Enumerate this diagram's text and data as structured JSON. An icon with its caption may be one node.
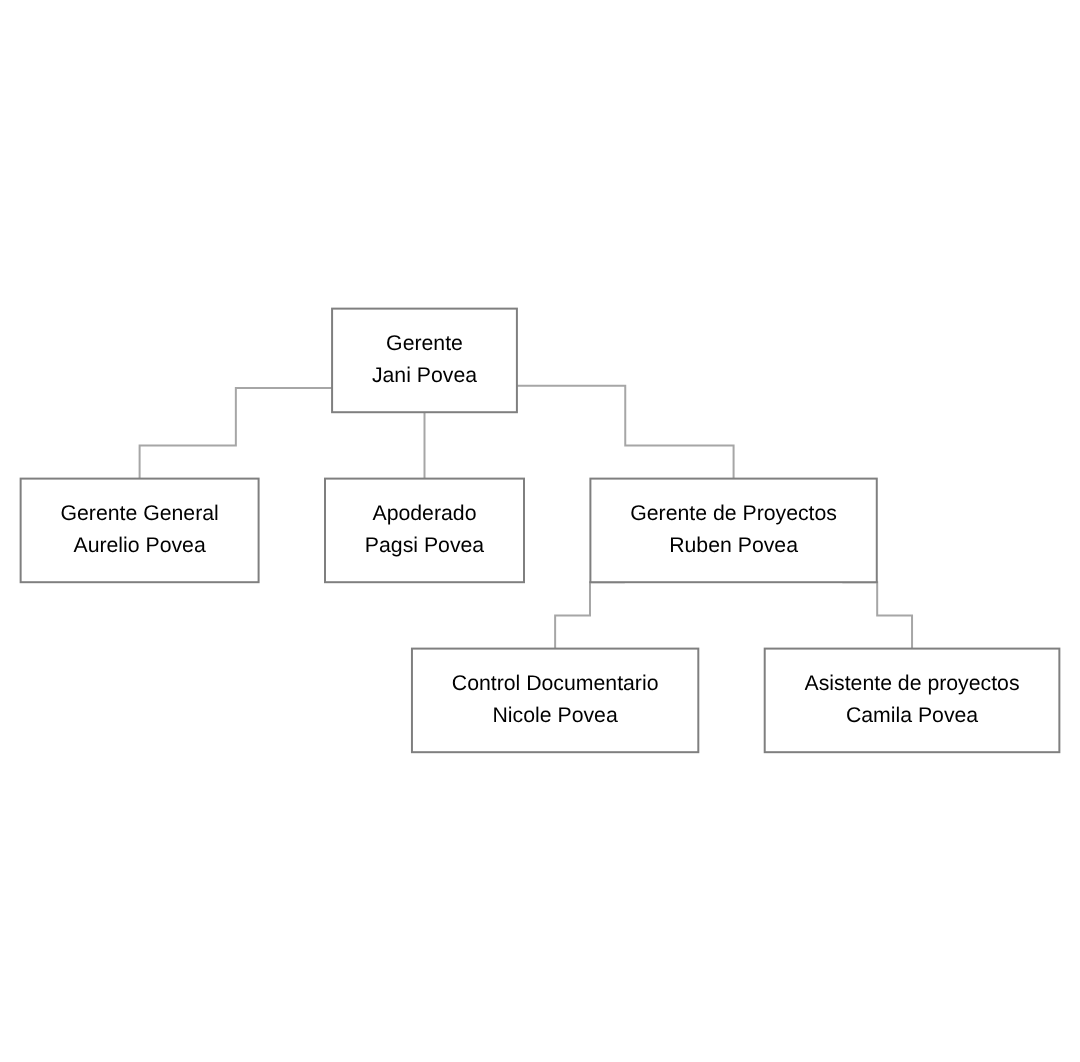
{
  "diagram": {
    "nodes": [
      {
        "text": [
          "Gerente",
          "Jani Povea"
        ]
      },
      {
        "text": [
          "Gerente General",
          "Aurelio Povea"
        ]
      },
      {
        "text": [
          "Apoderado",
          "Pagsi Povea"
        ]
      },
      {
        "text": [
          "Gerente de Proyectos",
          "Ruben Povea"
        ]
      },
      {
        "text": [
          "Control Documentario",
          "Nicole Povea"
        ]
      },
      {
        "text": [
          "Asistente de proyectos",
          "Camila Povea"
        ]
      }
    ],
    "edges": [
      {
        "from": 0,
        "to": 1,
        "arrow": "none"
      },
      {
        "from": 0,
        "to": 2,
        "arrow": "none"
      },
      {
        "from": 0,
        "to": 3,
        "arrow": "none"
      },
      {
        "from": 3,
        "to": 4,
        "arrow": "none"
      },
      {
        "from": 3,
        "to": 5,
        "arrow": "none"
      }
    ]
  }
}
